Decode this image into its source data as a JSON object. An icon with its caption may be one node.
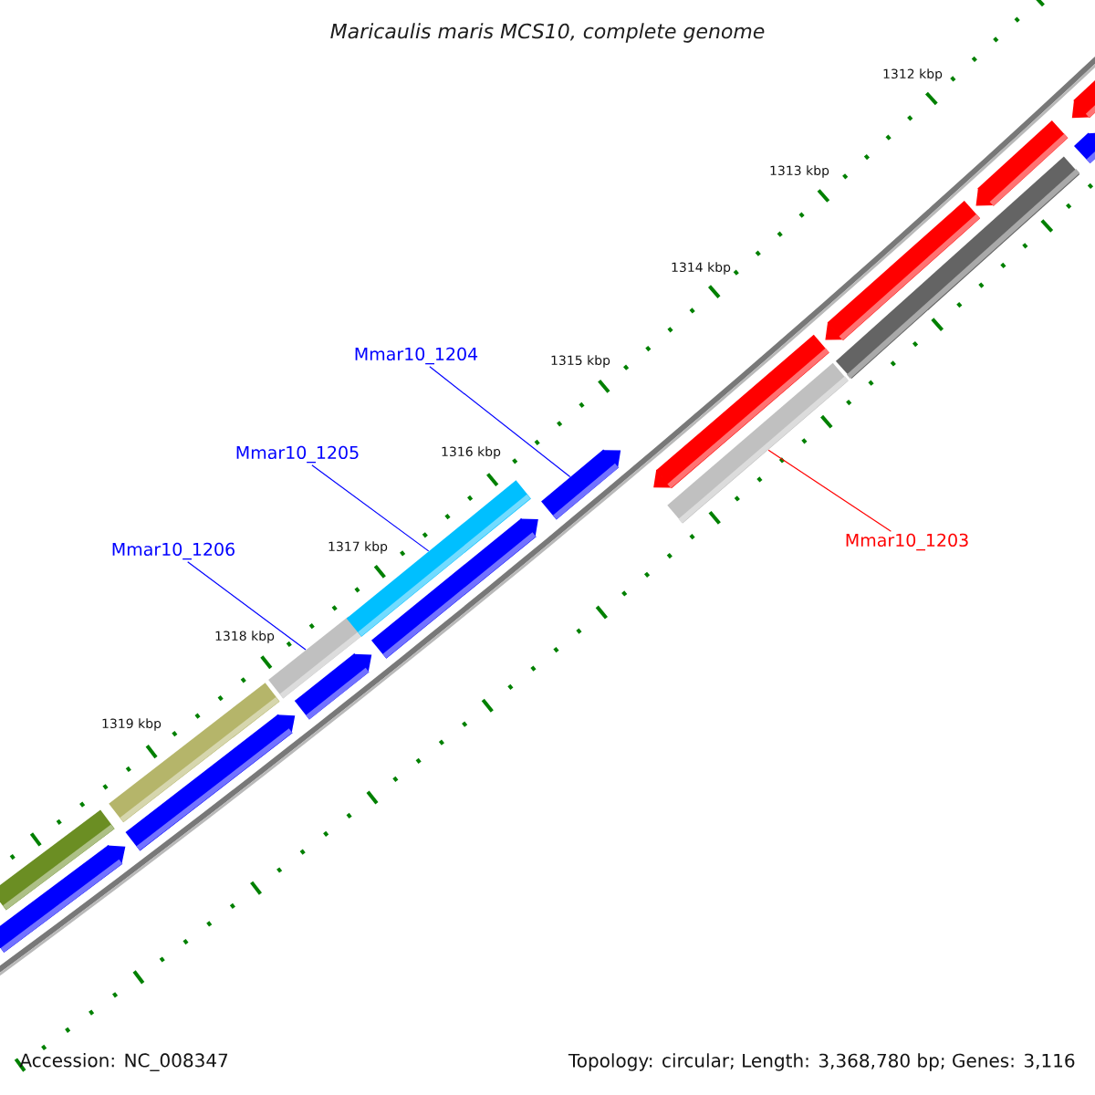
{
  "diagram": {
    "title": "Maricaulis maris MCS10, complete genome",
    "nodes": [
      {
        "text": [
          "Mmar10_1204"
        ]
      },
      {
        "text": [
          "Mmar10_1205"
        ]
      },
      {
        "text": [
          "Mmar10_1203"
        ]
      },
      {
        "text": [
          "Mmar10_1206"
        ]
      },
      {
        "text": [],
        "shape": "bar"
      },
      {
        "text": [],
        "shape": "bar"
      },
      {
        "text": [],
        "shape": "bar"
      },
      {
        "text": [],
        "shape": "bar"
      },
      {
        "text": [],
        "shape": "bar"
      },
      {
        "text": [],
        "shape": "bar"
      },
      {
        "text": [],
        "shape": "bar"
      },
      {
        "text": [],
        "shape": "bar"
      },
      {
        "text": [],
        "shape": "bar"
      },
      {
        "text": [],
        "shape": "bar"
      },
      {
        "text": [],
        "shape": "bar"
      },
      {
        "text": [],
        "shape": "bar"
      },
      {
        "text": [],
        "shape": "bar"
      },
      {
        "text": [],
        "shape": "bar"
      },
      {
        "text": [],
        "shape": "bar"
      },
      {
        "text": [],
        "shape": "bar"
      }
    ],
    "edges": [
      {
        "from": 0,
        "to": 12,
        "arrow": "none"
      },
      {
        "from": 1,
        "to": 10,
        "arrow": "none"
      },
      {
        "from": 2,
        "to": 14,
        "arrow": "none",
        "color": "#ff0000"
      },
      {
        "from": 3,
        "to": 8,
        "arrow": "none"
      }
    ],
    "labels": [
      "1312 kbp",
      "1313 kbp",
      "1314 kbp",
      "1315 kbp",
      "1316 kbp",
      "1317 kbp",
      "1318 kbp",
      "1319 kbp",
      "Accession: NC_008347",
      "Topology: circular; Length: 3,368,780 bp; Genes: 3,116"
    ]
  }
}
